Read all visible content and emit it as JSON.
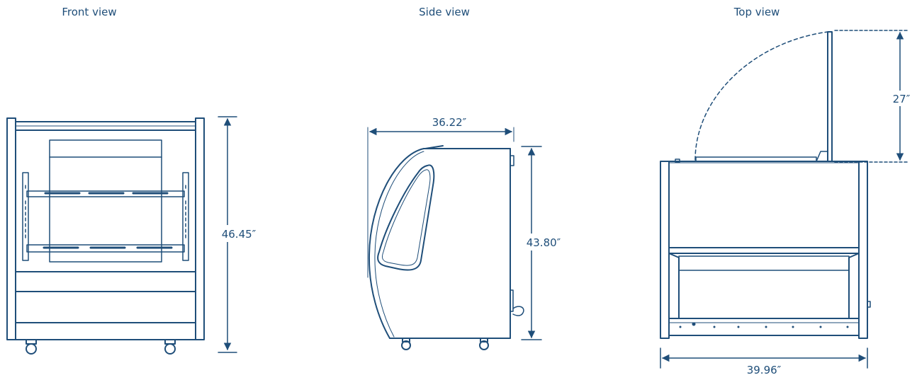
{
  "colors": {
    "ink": "#1f4e79",
    "label": "#1f4e79",
    "background": "#ffffff"
  },
  "views": {
    "front": {
      "title": "Front view",
      "height_label": "46.45″"
    },
    "side": {
      "title": "Side view",
      "depth_label": "36.22″",
      "height_label": "43.80″"
    },
    "top": {
      "title": "Top view",
      "lid_label": "27″",
      "width_label": "39.96″"
    }
  }
}
